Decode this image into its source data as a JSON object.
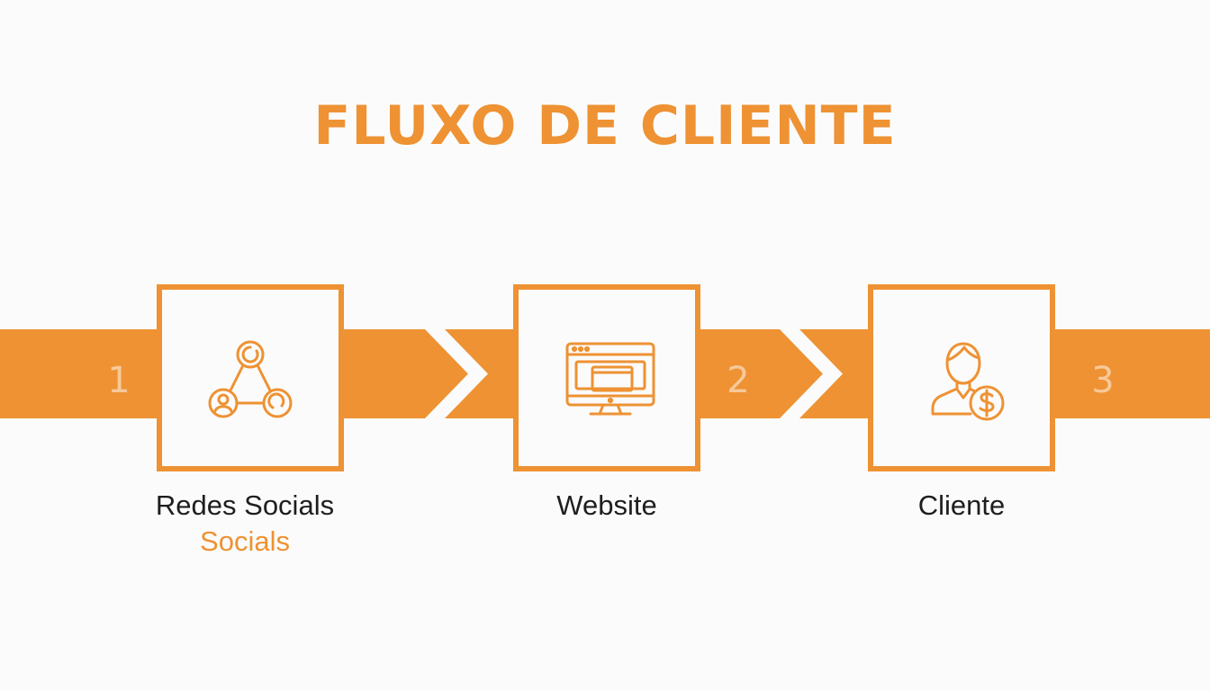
{
  "title": "FLUXO DE CLIENTE",
  "steps": [
    {
      "number": "1",
      "label": "Redes Socials",
      "sublabel": "Socials",
      "icon": "social-network-icon"
    },
    {
      "number": "2",
      "label": "Website",
      "icon": "website-browser-icon"
    },
    {
      "number": "3",
      "label": "Cliente",
      "icon": "customer-money-icon"
    }
  ],
  "colors": {
    "accent": "#ee9233",
    "number": "#f7c99a",
    "text": "#1e1e1e",
    "background": "#fbfbfb"
  }
}
